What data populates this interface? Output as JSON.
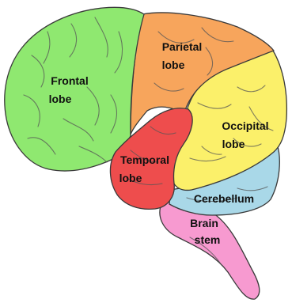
{
  "lobes": {
    "frontal": {
      "line1": "Frontal",
      "line2": "lobe",
      "color": "#8fe870"
    },
    "parietal": {
      "line1": "Parietal",
      "line2": "lobe",
      "color": "#f7a55c"
    },
    "occipital": {
      "line1": "Occipital",
      "line2": "lobe",
      "color": "#fbf06a"
    },
    "temporal": {
      "line1": "Temporal",
      "line2": "lobe",
      "color": "#ee4d4d"
    },
    "cerebellum": {
      "line1": "Cerebellum",
      "color": "#a9d8e8"
    },
    "brainstem": {
      "line1": "Brain",
      "line2": "stem",
      "color": "#f79ad0"
    }
  }
}
